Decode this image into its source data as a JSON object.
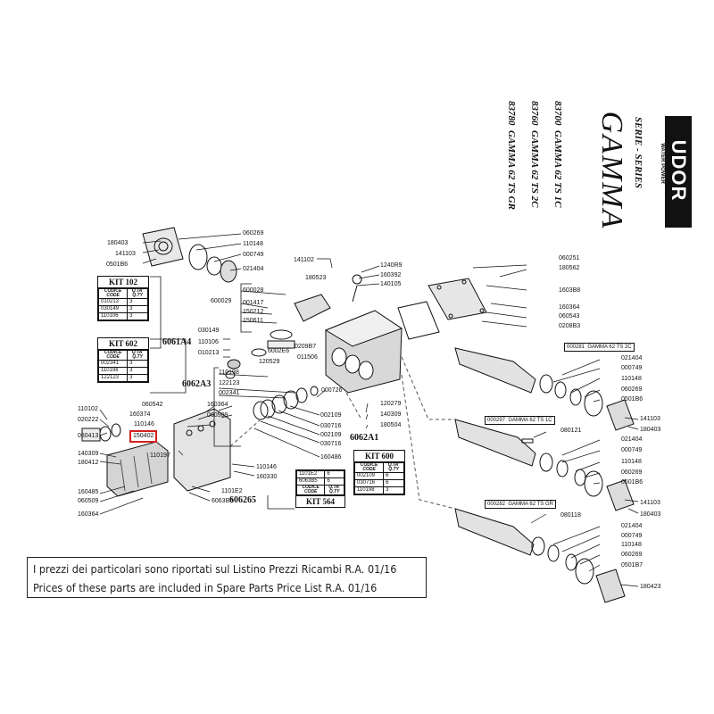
{
  "header": {
    "brand": "UDOR",
    "brand_sub": "WATER POWER",
    "serie_label": "SERIE - SERIES",
    "series_name": "GAMMA",
    "models": [
      {
        "code": "83700",
        "name": "GAMMA 62 TS 1C"
      },
      {
        "code": "83760",
        "name": "GAMMA 62 TS 2C"
      },
      {
        "code": "83780",
        "name": "GAMMA 62 TS GR"
      }
    ]
  },
  "kits": {
    "kit102": {
      "title": "KIT 102",
      "col1": "CODICE",
      "col1b": "CODE",
      "col2": "Q.TA'",
      "col2b": "Q.TY",
      "rows": [
        [
          "010213",
          "3"
        ],
        [
          "030149",
          "3"
        ],
        [
          "110106",
          "3"
        ]
      ]
    },
    "kit602": {
      "title": "KIT 602",
      "col1": "CODICE",
      "col1b": "CODE",
      "col2": "Q.TA'",
      "col2b": "Q.TY",
      "rows": [
        [
          "002341",
          "3"
        ],
        [
          "110198",
          "3"
        ],
        [
          "122123",
          "3"
        ]
      ]
    },
    "kit600": {
      "title": "KIT 600",
      "col1": "CODICE",
      "col1b": "CODE",
      "col2": "Q.TA'",
      "col2b": "Q.TY",
      "rows": [
        [
          "002109",
          "6"
        ],
        [
          "030716",
          "6"
        ],
        [
          "110198",
          "3"
        ]
      ]
    },
    "kit564": {
      "title": "KIT 564",
      "col1": "CODICE",
      "col1b": "CODE",
      "col2": "Q.TA'",
      "col2b": "Q.TY",
      "rows": [
        [
          "1101E2",
          "6"
        ],
        [
          "6063B5",
          "6"
        ]
      ]
    }
  },
  "groups": {
    "g6061A4": "6061A4",
    "g6062A3": "6062A3",
    "g6062A1": "6062A1",
    "g606265": "606265"
  },
  "shafts": {
    "s1": {
      "code": "000281",
      "name": "GAMMA 62 TS 2C"
    },
    "s2": {
      "code": "000297",
      "name": "GAMMA 62 TS 1C"
    },
    "s3": {
      "code": "000282",
      "name": "GAMMA 62 TS GR"
    }
  },
  "highlight": "150402",
  "labels": [
    "180403",
    "141103",
    "0501B6",
    "060269",
    "110148",
    "000749",
    "021404",
    "141102",
    "180523",
    "1240R9",
    "160392",
    "140105",
    "600028",
    "600029",
    "001417",
    "150212",
    "150611",
    "030149",
    "110106",
    "010213",
    "120529",
    "6002E6",
    "0209B7",
    "011506",
    "110198",
    "122123",
    "002341",
    "000726",
    "002109",
    "030716",
    "002109",
    "030716",
    "160486",
    "060542",
    "160374",
    "110146",
    "160364",
    "060509",
    "110102",
    "020222",
    "060413",
    "140309",
    "180412",
    "160485",
    "060509",
    "160364",
    "110197",
    "110146",
    "160330",
    "1101E2",
    "6063B5",
    "120279",
    "140309",
    "180504",
    "060251",
    "180562",
    "1603B8",
    "160364",
    "060543",
    "0208B3",
    "021404",
    "000749",
    "110148",
    "060269",
    "0501B6",
    "141103",
    "180403",
    "080121",
    "021404",
    "000749",
    "110148",
    "060269",
    "0501B6",
    "141103",
    "180403",
    "080118",
    "021404",
    "000749",
    "110148",
    "060269",
    "0501B7",
    "180423"
  ],
  "note": {
    "line_it": "I prezzi dei particolari sono riportati sul Listino Prezzi Ricambi R.A. 01/16",
    "line_en": "Prices of these parts are included in Spare Parts Price List R.A. 01/16"
  },
  "colors": {
    "ink": "#111111",
    "highlight": "#d42020"
  }
}
